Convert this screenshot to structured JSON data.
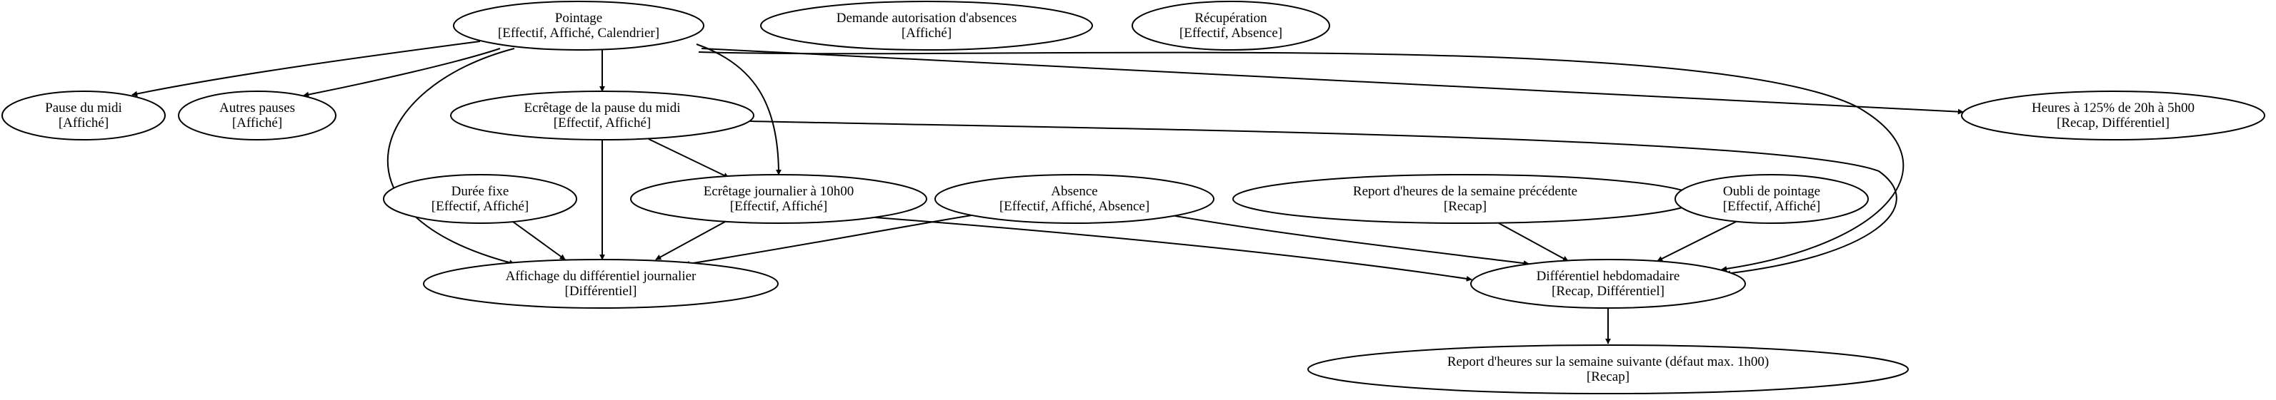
{
  "diagram": {
    "nodes": [
      {
        "id": "pointage",
        "lines": [
          "Pointage",
          "[Effectif, Affiché, Calendrier]"
        ]
      },
      {
        "id": "demande",
        "lines": [
          "Demande autorisation d'absences",
          "[Affiché]"
        ]
      },
      {
        "id": "recuperation",
        "lines": [
          "Récupération",
          "[Effectif, Absence]"
        ]
      },
      {
        "id": "pause_midi",
        "lines": [
          "Pause du midi",
          "[Affiché]"
        ]
      },
      {
        "id": "autres_pauses",
        "lines": [
          "Autres pauses",
          "[Affiché]"
        ]
      },
      {
        "id": "ecretage_pause",
        "lines": [
          "Ecrêtage de la pause du midi",
          "[Effectif, Affiché]"
        ]
      },
      {
        "id": "heures_125",
        "lines": [
          "Heures à 125% de 20h à 5h00",
          "[Recap, Différentiel]"
        ]
      },
      {
        "id": "duree_fixe",
        "lines": [
          "Durée fixe",
          "[Effectif, Affiché]"
        ]
      },
      {
        "id": "ecretage_journalier",
        "lines": [
          "Ecrêtage journalier à 10h00",
          "[Effectif, Affiché]"
        ]
      },
      {
        "id": "absence",
        "lines": [
          "Absence",
          "[Effectif, Affiché, Absence]"
        ]
      },
      {
        "id": "report_precedente",
        "lines": [
          "Report d'heures de la semaine précédente",
          "[Recap]"
        ]
      },
      {
        "id": "oubli",
        "lines": [
          "Oubli de pointage",
          "[Effectif, Affiché]"
        ]
      },
      {
        "id": "affichage_diff",
        "lines": [
          "Affichage du différentiel journalier",
          "[Différentiel]"
        ]
      },
      {
        "id": "diff_hebdo",
        "lines": [
          "Différentiel hebdomadaire",
          "[Recap, Différentiel]"
        ]
      },
      {
        "id": "report_suivante",
        "lines": [
          "Report d'heures sur la semaine suivante (défaut max. 1h00)",
          "[Recap]"
        ]
      }
    ],
    "edges": [
      {
        "from": "pointage",
        "to": "pause_midi"
      },
      {
        "from": "pointage",
        "to": "autres_pauses"
      },
      {
        "from": "pointage",
        "to": "ecretage_pause"
      },
      {
        "from": "pointage",
        "to": "ecretage_journalier"
      },
      {
        "from": "pointage",
        "to": "affichage_diff"
      },
      {
        "from": "pointage",
        "to": "diff_hebdo"
      },
      {
        "from": "pointage",
        "to": "heures_125"
      },
      {
        "from": "ecretage_pause",
        "to": "ecretage_journalier"
      },
      {
        "from": "ecretage_pause",
        "to": "affichage_diff"
      },
      {
        "from": "ecretage_pause",
        "to": "diff_hebdo"
      },
      {
        "from": "duree_fixe",
        "to": "affichage_diff"
      },
      {
        "from": "ecretage_journalier",
        "to": "affichage_diff"
      },
      {
        "from": "ecretage_journalier",
        "to": "diff_hebdo"
      },
      {
        "from": "absence",
        "to": "affichage_diff"
      },
      {
        "from": "absence",
        "to": "diff_hebdo"
      },
      {
        "from": "report_precedente",
        "to": "diff_hebdo"
      },
      {
        "from": "oubli",
        "to": "diff_hebdo"
      },
      {
        "from": "diff_hebdo",
        "to": "report_suivante"
      }
    ]
  }
}
